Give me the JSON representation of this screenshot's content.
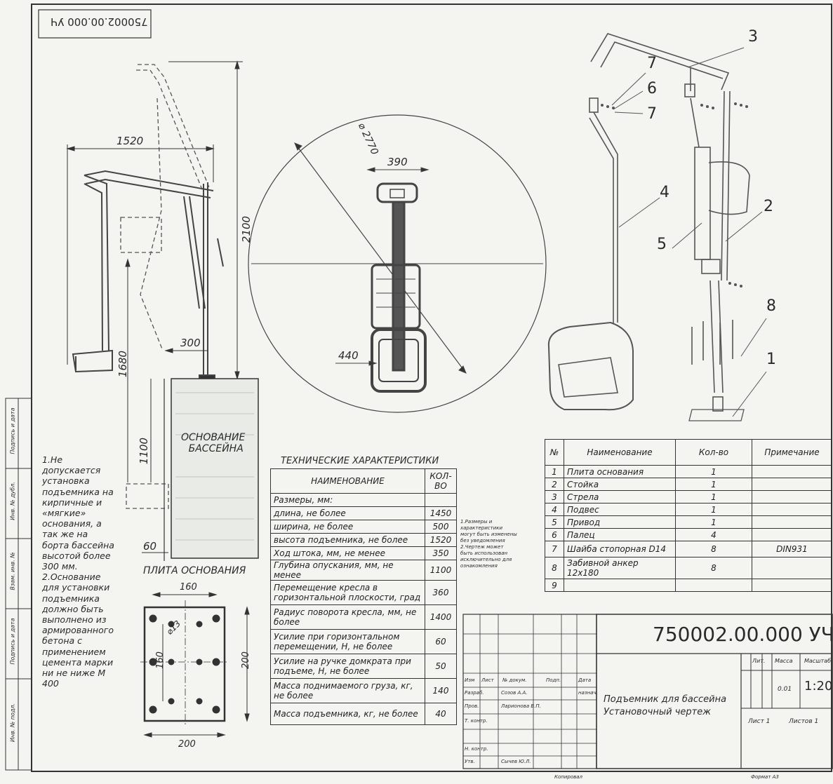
{
  "stamp_rotated": "750002.00.000 УЧ",
  "dims": {
    "width_1520": "1520",
    "height_2100": "2100",
    "h_1680": "1680",
    "w_300": "300",
    "h_1100": "1100",
    "w_60": "60",
    "diam_2770": "⌀ 2770",
    "w_390": "390",
    "w_440": "440",
    "plate_160_top": "160",
    "plate_160_side": "160",
    "plate_200_side": "200",
    "plate_200_bottom": "200",
    "plate_hole": "⌀13"
  },
  "base_label": [
    "ОСНОВАНИЕ",
    "БАССЕЙНА"
  ],
  "plate_title": "ПЛИТА ОСНОВАНИЯ",
  "notes": [
    "1.Не",
    "допускается",
    "установка",
    "подъемника на",
    "кирпичные и",
    "«мягкие»",
    "основания, а",
    "так же на",
    "борта бассейна",
    "высотой более",
    "300 мм.",
    "2.Основание",
    "для установки",
    "подъемника",
    "должно быть",
    "выполнено из",
    "армированного",
    "бетона с",
    "применением",
    "цемента марки",
    "ни не ниже М",
    "400"
  ],
  "small_notes": [
    "1.Размеры и",
    "характеристики",
    "могут быть изменены",
    "без уведомления",
    "2.Чертеж может",
    "быть использован",
    "исключительно для",
    "ознакомления"
  ],
  "callouts": [
    "3",
    "7",
    "6",
    "7",
    "4",
    "2",
    "5",
    "8",
    "1"
  ],
  "side_stamp": [
    "Подпись и дата",
    "Инв. № дубл.",
    "Взам. инв. №",
    "Подпись и дата",
    "Инв. № подл."
  ],
  "specs": {
    "title": "ТЕХНИЧЕСКИЕ ХАРАКТЕРИСТИКИ",
    "col_name": "НАИМЕНОВАНИЕ",
    "col_qty": "КОЛ-ВО",
    "rows": [
      {
        "name": "Размеры, мм:",
        "value": ""
      },
      {
        "name": "длина, не более",
        "value": "1450"
      },
      {
        "name": "ширина, не более",
        "value": "500"
      },
      {
        "name": "высота подъемника, не более",
        "value": "1520"
      },
      {
        "name": "Ход штока, мм, не менее",
        "value": "350"
      },
      {
        "name": "Глубина опускания, мм, не менее",
        "value": "1100"
      },
      {
        "name": "Перемещение кресла в горизонтальной плоскости, град",
        "value": "360"
      },
      {
        "name": "Радиус поворота кресла, мм, не более",
        "value": "1400"
      },
      {
        "name": "Усилие при горизонтальном перемещении, Н, не более",
        "value": "60"
      },
      {
        "name": "Усилие на ручке домкрата при подъеме, Н, не более",
        "value": "50"
      },
      {
        "name": "Масса поднимаемого груза, кг, не более",
        "value": "140"
      },
      {
        "name": "Масса подъемника, кг, не более",
        "value": "40"
      }
    ]
  },
  "parts": {
    "headers": [
      "№",
      "Наименование",
      "Кол-во",
      "Примечание"
    ],
    "rows": [
      {
        "n": "1",
        "name": "Плита основания",
        "qty": "1",
        "note": ""
      },
      {
        "n": "2",
        "name": "Стойка",
        "qty": "1",
        "note": ""
      },
      {
        "n": "3",
        "name": "Стрела",
        "qty": "1",
        "note": ""
      },
      {
        "n": "4",
        "name": "Подвес",
        "qty": "1",
        "note": ""
      },
      {
        "n": "5",
        "name": "Привод",
        "qty": "1",
        "note": ""
      },
      {
        "n": "6",
        "name": "Палец",
        "qty": "4",
        "note": ""
      },
      {
        "n": "7",
        "name": "Шайба стопорная D14",
        "qty": "8",
        "note": "DIN931"
      },
      {
        "n": "8",
        "name": "Забивной анкер 12х180",
        "qty": "8",
        "note": ""
      },
      {
        "n": "9",
        "name": "",
        "qty": "",
        "note": ""
      }
    ]
  },
  "title_block": {
    "doc_number": "750002.00.000 УЧ",
    "title_line1": "Подъемник для бассейна",
    "title_line2": "Установочный чертеж",
    "col_izm": "Изм",
    "col_list": "Лист",
    "col_doc": "№ докум.",
    "col_sign": "Подп.",
    "col_date": "Дата",
    "razrab": "Разраб.",
    "razrab_name": "Созов А.А.",
    "prov": "Пров.",
    "prov_name": "Ларионова В.П.",
    "tkontr": "Т. контр.",
    "nkontr": "Н. контр.",
    "utv": "Утв.",
    "utv_name": "Сычев Ю.Л.",
    "nazn": "назнач.",
    "lit": "Лит.",
    "massa": "Масса",
    "massa_val": "0.01",
    "masshtab": "Масштаб",
    "scale": "1:20",
    "sheet": "Лист 1",
    "sheets": "Листов 1",
    "kopiroval": "Копировал",
    "format": "Формат А3"
  }
}
